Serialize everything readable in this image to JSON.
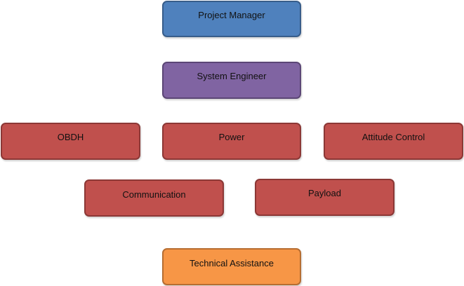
{
  "diagram": {
    "nodes": [
      {
        "id": "project-manager",
        "label": "Project Manager",
        "color": "#4f81bd"
      },
      {
        "id": "system-engineer",
        "label": "System Engineer",
        "color": "#8064a2"
      },
      {
        "id": "obdh",
        "label": "OBDH",
        "color": "#c0504d"
      },
      {
        "id": "power",
        "label": "Power",
        "color": "#c0504d"
      },
      {
        "id": "attitude-control",
        "label": "Attitude Control",
        "color": "#c0504d"
      },
      {
        "id": "communication",
        "label": "Communication",
        "color": "#c0504d"
      },
      {
        "id": "payload",
        "label": "Payload",
        "color": "#c0504d"
      },
      {
        "id": "technical-assistance",
        "label": "Technical Assistance",
        "color": "#f79646"
      }
    ]
  }
}
